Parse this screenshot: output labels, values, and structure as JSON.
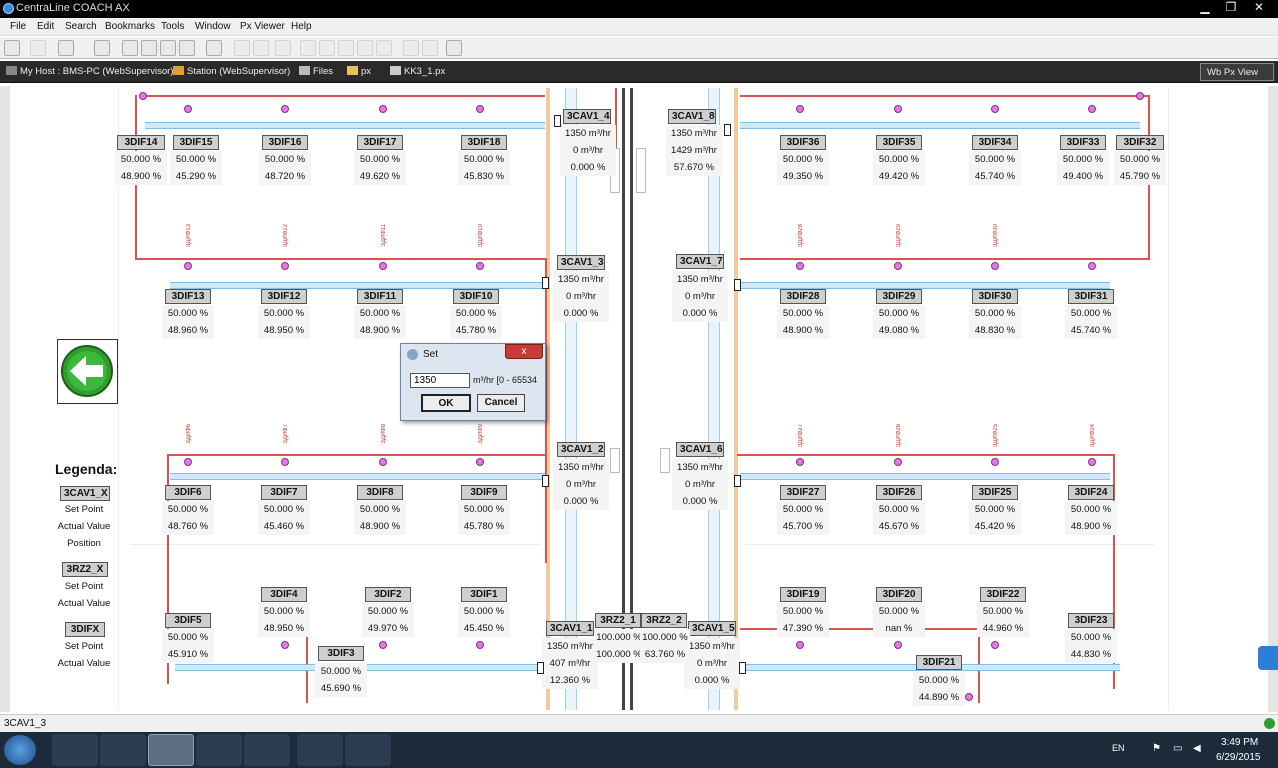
{
  "window": {
    "title": "CentraLine COACH AX"
  },
  "menu": [
    "File",
    "Edit",
    "Search",
    "Bookmarks",
    "Tools",
    "Window",
    "Px Viewer",
    "Help"
  ],
  "path": [
    "My Host : BMS-PC (WebSupervisor)",
    "Station (WebSupervisor)",
    "Files",
    "px",
    "KK3_1.px"
  ],
  "view_dropdown": "Wb Px View",
  "left_floor": {
    "row1": [
      {
        "name": "3DIF14",
        "sp": "50.000 %",
        "av": "48.900 %"
      },
      {
        "name": "3DIF15",
        "sp": "50.000 %",
        "av": "45.290 %"
      },
      {
        "name": "3DIF16",
        "sp": "50.000 %",
        "av": "48.720 %"
      },
      {
        "name": "3DIF17",
        "sp": "50.000 %",
        "av": "49.620 %"
      },
      {
        "name": "3DIF18",
        "sp": "50.000 %",
        "av": "45.830 %"
      }
    ],
    "row2": [
      {
        "name": "3DIF13",
        "sp": "50.000 %",
        "av": "48.960 %"
      },
      {
        "name": "3DIF12",
        "sp": "50.000 %",
        "av": "48.950 %"
      },
      {
        "name": "3DIF11",
        "sp": "50.000 %",
        "av": "48.900 %"
      },
      {
        "name": "3DIF10",
        "sp": "50.000 %",
        "av": "45.780 %"
      }
    ],
    "row3": [
      {
        "name": "3DIF6",
        "sp": "50.000 %",
        "av": "48.760 %"
      },
      {
        "name": "3DIF7",
        "sp": "50.000 %",
        "av": "45.460 %"
      },
      {
        "name": "3DIF8",
        "sp": "50.000 %",
        "av": "48.900 %"
      },
      {
        "name": "3DIF9",
        "sp": "50.000 %",
        "av": "45.780 %"
      }
    ],
    "row4": [
      {
        "name": "3DIF5",
        "sp": "50.000 %",
        "av": "45.910 %"
      },
      {
        "name": "3DIF4",
        "sp": "50.000 %",
        "av": "48.950 %"
      },
      {
        "name": "3DIF3",
        "sp": "50.000 %",
        "av": "45.690 %"
      },
      {
        "name": "3DIF2",
        "sp": "50.000 %",
        "av": "49.970 %"
      },
      {
        "name": "3DIF1",
        "sp": "50.000 %",
        "av": "45.450 %"
      }
    ]
  },
  "right_floor": {
    "row1": [
      {
        "name": "3DIF36",
        "sp": "50.000 %",
        "av": "49.350 %"
      },
      {
        "name": "3DIF35",
        "sp": "50.000 %",
        "av": "49.420 %"
      },
      {
        "name": "3DIF34",
        "sp": "50.000 %",
        "av": "45.740 %"
      },
      {
        "name": "3DIF33",
        "sp": "50.000 %",
        "av": "49.400 %"
      },
      {
        "name": "3DIF32",
        "sp": "50.000 %",
        "av": "45.790 %"
      }
    ],
    "row2": [
      {
        "name": "3DIF28",
        "sp": "50.000 %",
        "av": "48.900 %"
      },
      {
        "name": "3DIF29",
        "sp": "50.000 %",
        "av": "49.080 %"
      },
      {
        "name": "3DIF30",
        "sp": "50.000 %",
        "av": "48.830 %"
      },
      {
        "name": "3DIF31",
        "sp": "50.000 %",
        "av": "45.740 %"
      }
    ],
    "row3": [
      {
        "name": "3DIF27",
        "sp": "50.000 %",
        "av": "45.700 %"
      },
      {
        "name": "3DIF26",
        "sp": "50.000 %",
        "av": "45.670 %"
      },
      {
        "name": "3DIF25",
        "sp": "50.000 %",
        "av": "45.420 %"
      },
      {
        "name": "3DIF24",
        "sp": "50.000 %",
        "av": "48.900 %"
      }
    ],
    "row4": [
      {
        "name": "3DIF19",
        "sp": "50.000 %",
        "av": "47.390 %"
      },
      {
        "name": "3DIF20",
        "sp": "50.000 %",
        "av": "nan %"
      },
      {
        "name": "3DIF21",
        "sp": "50.000 %",
        "av": "44.890 %"
      },
      {
        "name": "3DIF22",
        "sp": "50.000 %",
        "av": "44.960 %"
      },
      {
        "name": "3DIF23",
        "sp": "50.000 %",
        "av": "44.830 %"
      }
    ]
  },
  "cav": [
    {
      "name": "3CAV1_4",
      "sp": "1350 m³/hr",
      "av": "0 m³/hr",
      "pos": "0.000 %"
    },
    {
      "name": "3CAV1_8",
      "sp": "1350 m³/hr",
      "av": "1429 m³/hr",
      "pos": "57.670 %"
    },
    {
      "name": "3CAV1_3",
      "sp": "1350 m³/hr",
      "av": "0 m³/hr",
      "pos": "0.000 %"
    },
    {
      "name": "3CAV1_7",
      "sp": "1350 m³/hr",
      "av": "0 m³/hr",
      "pos": "0.000 %"
    },
    {
      "name": "3CAV1_2",
      "sp": "1350 m³/hr",
      "av": "0 m³/hr",
      "pos": "0.000 %"
    },
    {
      "name": "3CAV1_6",
      "sp": "1350 m³/hr",
      "av": "0 m³/hr",
      "pos": "0.000 %"
    },
    {
      "name": "3CAV1_1",
      "sp": "1350 m³/hr",
      "av": "407 m³/hr",
      "pos": "12.360 %"
    },
    {
      "name": "3CAV1_5",
      "sp": "1350 m³/hr",
      "av": "0 m³/hr",
      "pos": "0.000 %"
    }
  ],
  "rz": [
    {
      "name": "3RZ2_1",
      "sp": "100.000 %",
      "av": "100.000 %"
    },
    {
      "name": "3RZ2_2",
      "sp": "100.000 %",
      "av": "63.760 %"
    }
  ],
  "legend": {
    "title": "Legenda:",
    "cav": "3CAV1_X",
    "rz": "3RZ2_X",
    "dif": "3DIFX",
    "set_point": "Set Point",
    "actual": "Actual Value",
    "position": "Position"
  },
  "dialog": {
    "title": "Set",
    "value": "1350",
    "range": "m³/hr [0 - 65534",
    "ok": "OK",
    "cancel": "Cancel",
    "close": "x"
  },
  "status": "3CAV1_3",
  "tray": {
    "lang": "EN",
    "time": "3:49 PM",
    "date": "6/29/2015"
  },
  "colors": {
    "duct_red": "#d9534f",
    "duct_blue": "#7fbfe6",
    "accent_green": "#2e9e2e"
  }
}
